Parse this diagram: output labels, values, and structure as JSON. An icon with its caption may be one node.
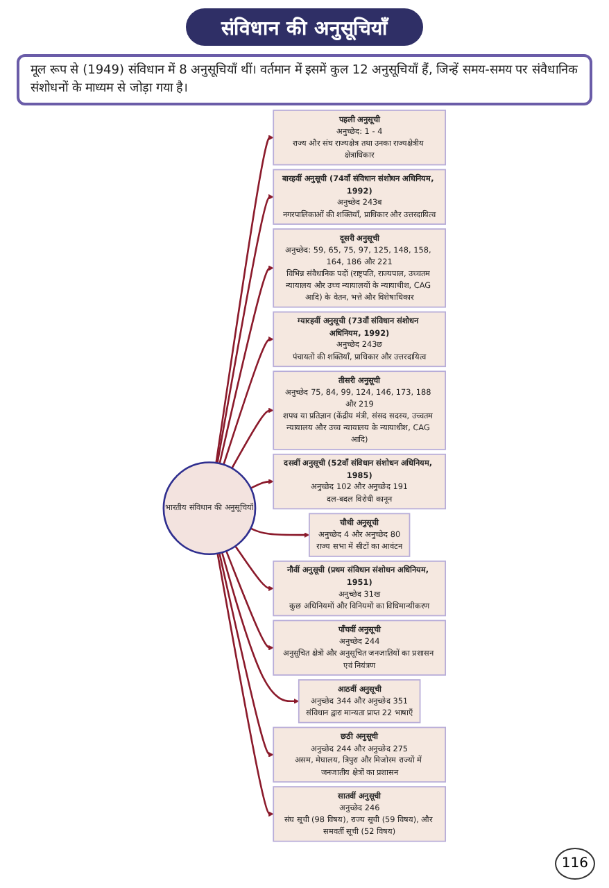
{
  "diagram": {
    "title": "संविधान की अनुसूचियाँ",
    "nodes": [
      {
        "text": [
          "भारतीय संविधान की अनुसूचियाँ"
        ]
      },
      {
        "text": [
          "पहली अनुसूची",
          "अनुच्छेद: 1 - 4",
          "राज्य और संघ राज्यक्षेत्र तथा उनका राज्यक्षेत्रीय क्षेत्राधिकार"
        ]
      },
      {
        "text": [
          "बारहवीं अनुसूची (74वाँ संविधान संशोधन अधिनियम, 1992)",
          "अनुच्छेद 243ब",
          "नगरपालिकाओं की शक्तियाँ, प्राधिकार और उत्तरदायित्व"
        ]
      },
      {
        "text": [
          "दूसरी अनुसूची",
          "अनुच्छेद: 59, 65, 75, 97, 125, 148, 158, 164, 186 और 221",
          "विभिन्न संवैधानिक पदों (राष्ट्रपति, राज्यपाल, उच्चतम न्यायालय और उच्च न्यायालयों के न्यायाधीश, CAG आदि) के वेतन, भत्ते और विशेषाधिकार"
        ]
      },
      {
        "text": [
          "ग्यारहवीं अनुसूची (73वाँ संविधान संशोधन अधिनियम, 1992)",
          "अनुच्छेद 243छ",
          "पंचायतों की शक्तियाँ, प्राधिकार और उत्तरदायित्व"
        ]
      },
      {
        "text": [
          "तीसरी अनुसूची",
          "अनुच्छेद 75, 84, 99, 124, 146, 173, 188 और 219",
          "शपथ या प्रतिज्ञान (केंद्रीय मंत्री, संसद सदस्य, उच्चतम न्यायालय और उच्च न्यायालय के न्यायाधीश, CAG आदि)"
        ]
      },
      {
        "text": [
          "दसवीं अनुसूची (52वाँ संविधान संशोधन अधिनियम, 1985)",
          "अनुच्छेद 102 और अनुच्छेद 191",
          "दल-बदल विरोधी कानून"
        ]
      },
      {
        "text": [
          "चौथी अनुसूची",
          "अनुच्छेद 4 और अनुच्छेद 80",
          "राज्य सभा में सीटों का आवंटन"
        ]
      },
      {
        "text": [
          "नौवीं अनुसूची (प्रथम संविधान संशोधन अधिनियम, 1951)",
          "अनुच्छेद 31ख",
          "कुछ अधिनियमों और विनियमों का विधिमान्यीकरण"
        ]
      },
      {
        "text": [
          "पाँचवीं अनुसूची",
          "अनुच्छेद 244",
          "अनुसूचित क्षेत्रों और अनुसूचित जनजातियों का प्रशासन एवं नियंत्रण"
        ]
      },
      {
        "text": [
          "आठवीं अनुसूची",
          "अनुच्छेद 344 और अनुच्छेद 351",
          "संविधान द्वारा मान्यता प्राप्त 22 भाषाएँ"
        ]
      },
      {
        "text": [
          "छठी अनुसूची",
          "अनुच्छेद 244 और अनुच्छेद 275",
          "असम, मेघालय, त्रिपुरा और मिजोरम राज्यों में जनजातीय क्षेत्रों का प्रशासन"
        ]
      },
      {
        "text": [
          "सातवीं अनुसूची",
          "अनुच्छेद 246",
          "संघ सूची (98 विषय), राज्य सूची (59 विषय), और समवर्ती सूची (52 विषय)"
        ]
      }
    ],
    "edges": [
      {
        "from": 0,
        "to": 1,
        "arrow": "to"
      },
      {
        "from": 0,
        "to": 2,
        "arrow": "to"
      },
      {
        "from": 0,
        "to": 3,
        "arrow": "to"
      },
      {
        "from": 0,
        "to": 4,
        "arrow": "to"
      },
      {
        "from": 0,
        "to": 5,
        "arrow": "to"
      },
      {
        "from": 0,
        "to": 6,
        "arrow": "to"
      },
      {
        "from": 0,
        "to": 7,
        "arrow": "to"
      },
      {
        "from": 0,
        "to": 8,
        "arrow": "to"
      },
      {
        "from": 0,
        "to": 9,
        "arrow": "to"
      },
      {
        "from": 0,
        "to": 10,
        "arrow": "to"
      },
      {
        "from": 0,
        "to": 11,
        "arrow": "to"
      },
      {
        "from": 0,
        "to": 12,
        "arrow": "to"
      }
    ],
    "labels": [
      "मूल रूप से (1949) संविधान में 8 अनुसूचियाँ थीं। वर्तमान में इसमें कुल 12 अनुसूचियाँ हैं, जिन्हें समय-समय पर संवैधानिक संशोधनों के माध्यम से जोड़ा गया है।",
      "116"
    ]
  }
}
